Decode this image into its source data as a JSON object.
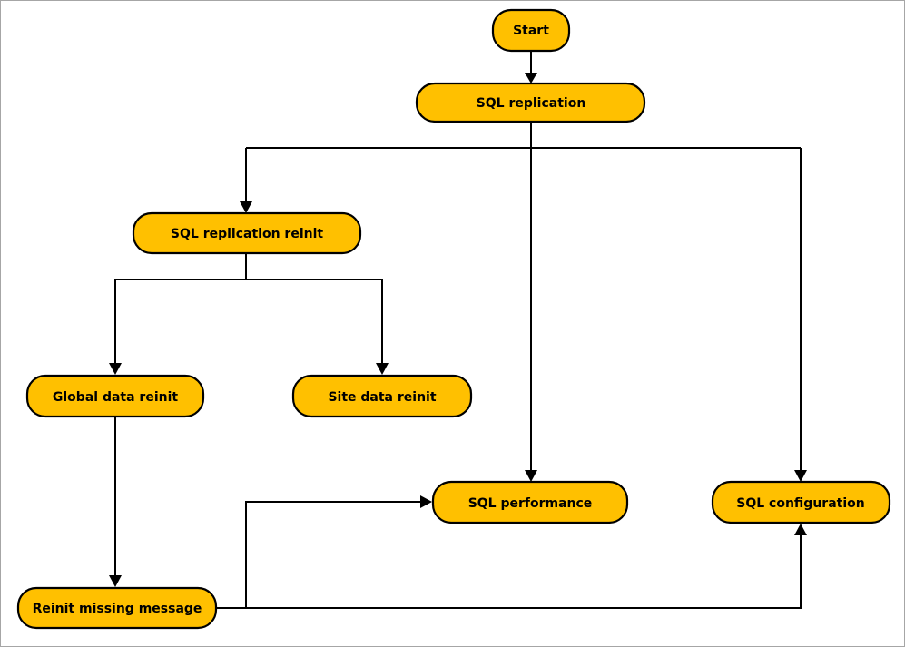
{
  "colors": {
    "node_fill": "#FFC000",
    "stroke": "#000000",
    "border": "#A6A6A6"
  },
  "nodes": {
    "start": "Start",
    "sql_replication": "SQL replication",
    "sql_replication_reinit": "SQL replication reinit",
    "global_data_reinit": "Global data reinit",
    "site_data_reinit": "Site data reinit",
    "sql_performance": "SQL performance",
    "sql_configuration": "SQL configuration",
    "reinit_missing_message": "Reinit missing message"
  }
}
